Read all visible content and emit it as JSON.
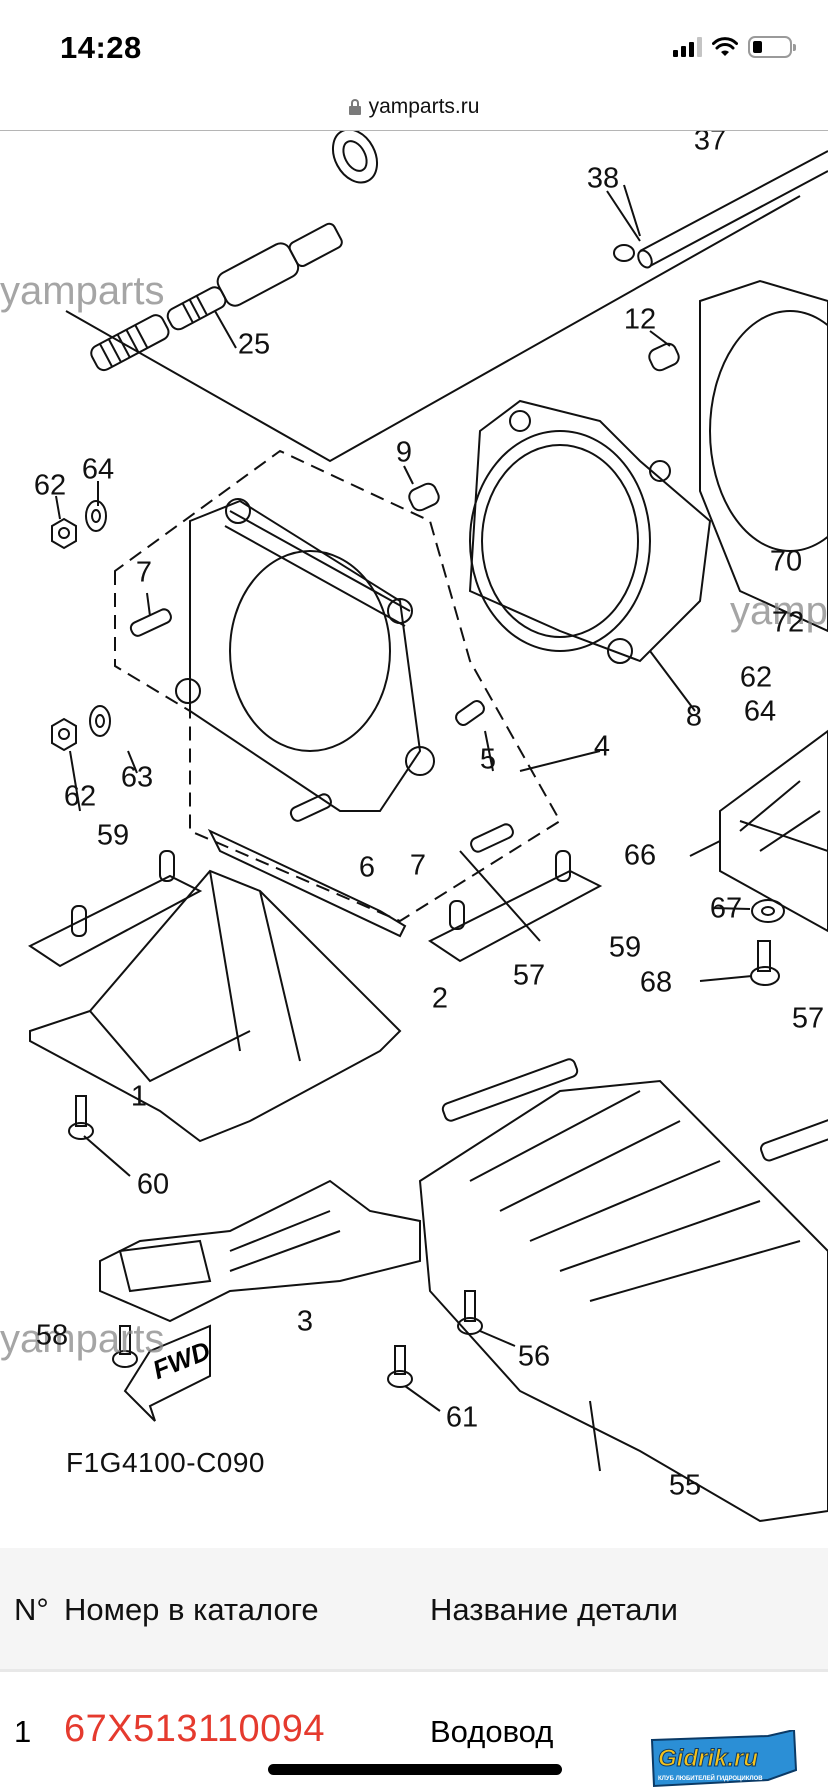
{
  "status_bar": {
    "time": "14:28",
    "icons": [
      "cellular-signal-icon",
      "wifi-icon",
      "battery-icon"
    ],
    "battery_level_percent": 25
  },
  "browser": {
    "url": "yamparts.ru",
    "lock_icon": "lock-icon"
  },
  "diagram": {
    "figure_code": "F1G4100-C090",
    "watermark_text": "yamparts",
    "fwd_label": "FWD",
    "callouts": [
      {
        "label": "37"
      },
      {
        "label": "38"
      },
      {
        "label": "25"
      },
      {
        "label": "12"
      },
      {
        "label": "9"
      },
      {
        "label": "62"
      },
      {
        "label": "64"
      },
      {
        "label": "7"
      },
      {
        "label": "70"
      },
      {
        "label": "72"
      },
      {
        "label": "62"
      },
      {
        "label": "64"
      },
      {
        "label": "8"
      },
      {
        "label": "5"
      },
      {
        "label": "4"
      },
      {
        "label": "62"
      },
      {
        "label": "63"
      },
      {
        "label": "59"
      },
      {
        "label": "66"
      },
      {
        "label": "6"
      },
      {
        "label": "7"
      },
      {
        "label": "67"
      },
      {
        "label": "2"
      },
      {
        "label": "59"
      },
      {
        "label": "68"
      },
      {
        "label": "57"
      },
      {
        "label": "57"
      },
      {
        "label": "1"
      },
      {
        "label": "60"
      },
      {
        "label": "3"
      },
      {
        "label": "58"
      },
      {
        "label": "56"
      },
      {
        "label": "61"
      },
      {
        "label": "55"
      }
    ]
  },
  "table": {
    "columns": {
      "number": "N°",
      "catalog_number": "Номер в каталоге",
      "part_name": "Название детали"
    },
    "rows": [
      {
        "number": "1",
        "catalog_number": "67X513110094",
        "part_name": "Водовод"
      }
    ],
    "link_color": "#e53a2e"
  },
  "overlay_logo": {
    "text": "Gidrik.ru",
    "subtext": "КЛУБ ЛЮБИТЕЛЕЙ ГИДРОЦИКЛОВ"
  }
}
